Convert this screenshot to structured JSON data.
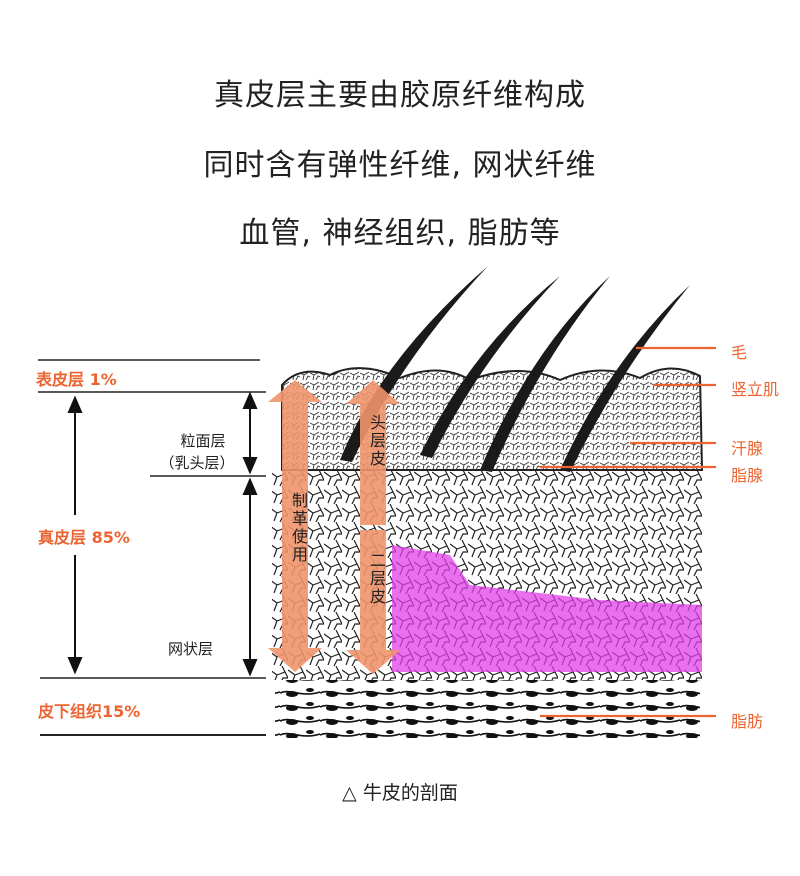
{
  "headlines": [
    "真皮层主要由胶原纤维构成",
    "同时含有弹性纤维, 网状纤维",
    "血管, 神经组织, 脂肪等"
  ],
  "left_labels": {
    "epidermis": "表皮层 1%",
    "dermis": "真皮层 85%",
    "subcutaneous": "皮下组织15%",
    "papillary_line1": "粒面层",
    "papillary_line2": "（乳头层）",
    "reticular": "网状层"
  },
  "arrow_labels": {
    "leather_use": "制革使用",
    "top_layer": "头层皮",
    "second_layer": "二层皮"
  },
  "right_labels": {
    "hair": "毛",
    "arrector_muscle": "竖立肌",
    "sweat_gland": "汗腺",
    "sebaceous_gland": "脂腺",
    "fat": "脂肪"
  },
  "caption": "△ 牛皮的剖面",
  "colors": {
    "accent": "#ec6432",
    "arrow_fill": "#f0956c",
    "highlight": "#e040e8",
    "ink": "#222222"
  }
}
